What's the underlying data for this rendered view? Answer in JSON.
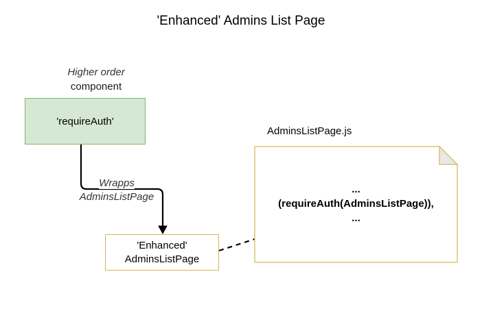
{
  "diagram": {
    "title": "'Enhanced' Admins List Page",
    "hoc_label": {
      "line1": "Higher order",
      "line2": "component"
    },
    "require_box": {
      "label": "'requireAuth'",
      "fill": "#d5e8d4",
      "stroke": "#82b366"
    },
    "edge_label": {
      "line1": "Wrapps",
      "line2": "AdminsListPage"
    },
    "enhanced_box": {
      "line1": "'Enhanced'",
      "line2": "AdminsListPage",
      "stroke": "#d6b656"
    },
    "file": {
      "name": "AdminsListPage.js",
      "note_line1": "...",
      "note_line2": "(requireAuth(AdminsListPage)),",
      "note_line3": "...",
      "note_stroke": "#d6b656"
    }
  }
}
